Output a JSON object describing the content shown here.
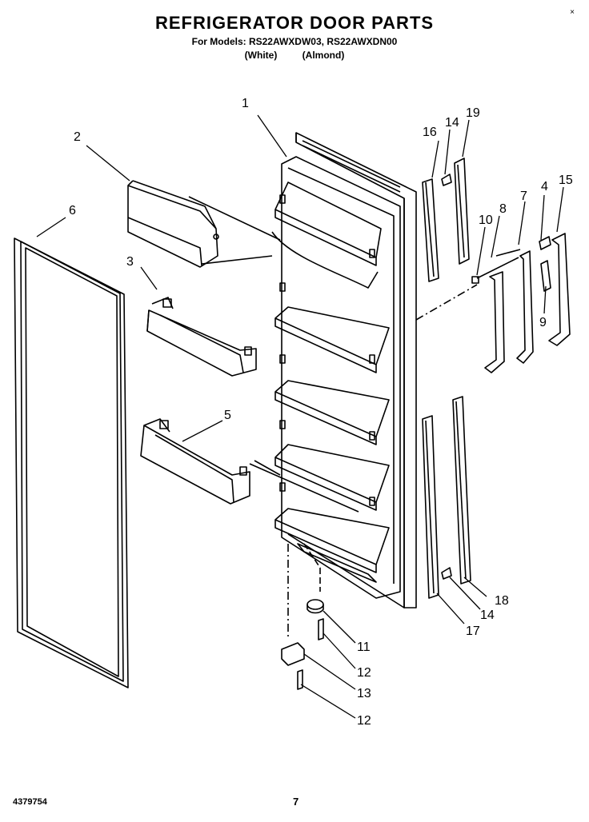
{
  "header": {
    "title": "REFRIGERATOR DOOR PARTS",
    "models_line": "For Models: RS22AWXDW03, RS22AWXDN00",
    "color_1": "(White)",
    "color_2": "(Almond)",
    "corner_mark": "×"
  },
  "footer": {
    "part_number": "4379754",
    "page_number": "7"
  },
  "callouts": [
    "1",
    "2",
    "3",
    "4",
    "5",
    "6",
    "7",
    "8",
    "9",
    "10",
    "11",
    "12",
    "12",
    "13",
    "14",
    "14",
    "15",
    "16",
    "17",
    "18",
    "19"
  ],
  "colors": {
    "ink": "#000000",
    "paper": "#ffffff"
  }
}
